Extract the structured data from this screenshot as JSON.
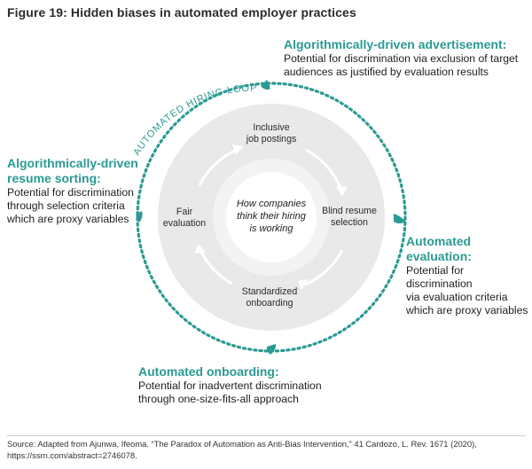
{
  "figure_title": "Figure 19: Hidden biases in automated employer practices",
  "loop_label": "AUTOMATED HIRING LOOP",
  "center_text": "How companies\nthink their hiring\nis working",
  "inner_cycle": {
    "top": "Inclusive\njob postings",
    "right": "Blind resume\nselection",
    "bottom": "Standardized\nonboarding",
    "left": "Fair\nevaluation"
  },
  "stages": {
    "advertisement": {
      "heading": "Algorithmically-driven advertisement:",
      "body": "Potential for discrimination via exclusion of target\naudiences as justified by evaluation results"
    },
    "resume_sorting": {
      "heading_line1": "Algorithmically-driven",
      "heading_line2": "resume sorting:",
      "body": "Potential for discrimination\nthrough selection criteria\nwhich are proxy variables"
    },
    "evaluation": {
      "heading": "Automated evaluation:",
      "body": "Potential for discrimination\nvia evaluation criteria\nwhich are proxy variables"
    },
    "onboarding": {
      "heading": "Automated onboarding:",
      "body": "Potential for inadvertent discrimination\nthrough one-size-fits-all approach"
    }
  },
  "footer": {
    "line1": "Source: Adapted from Ajunwa, Ifeoma. “The Paradox of Automation as Anti-Bias Intervention,” 41 Cardozo, L. Rev. 1671 (2020),",
    "line2": "https://ssrn.com/abstract=2746078."
  },
  "colors": {
    "teal": "#2a9a93",
    "halo": "#e9e9e9",
    "inner_arrow": "#ffffff"
  }
}
